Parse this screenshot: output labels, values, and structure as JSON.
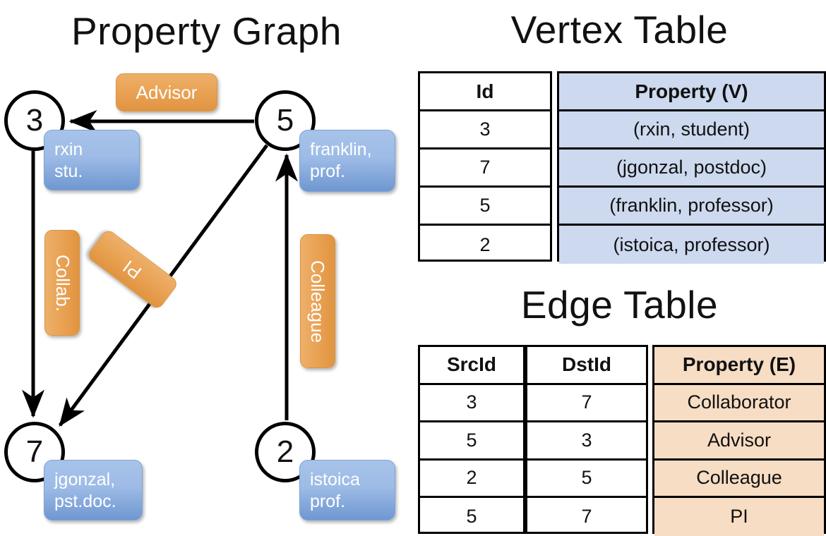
{
  "titles": {
    "property_graph": "Property Graph",
    "vertex_table": "Vertex Table",
    "edge_table": "Edge Table"
  },
  "colors": {
    "vertex_property_fill": "#ccd9ee",
    "edge_property_fill": "#f6ddc3",
    "node_callout_blue": "#9dbbe6",
    "edge_callout_orange": "#e9a254",
    "stroke": "#000000",
    "background": "#ffffff"
  },
  "graph": {
    "nodes": [
      {
        "id": "3",
        "callout_line1": "rxin",
        "callout_line2": "stu."
      },
      {
        "id": "5",
        "callout_line1": "franklin,",
        "callout_line2": "prof."
      },
      {
        "id": "7",
        "callout_line1": "jgonzal,",
        "callout_line2": "pst.doc."
      },
      {
        "id": "2",
        "callout_line1": "istoica",
        "callout_line2": "prof."
      }
    ],
    "edge_labels": [
      {
        "name": "advisor",
        "text": "Advisor",
        "orientation": "horizontal"
      },
      {
        "name": "collab",
        "text": "Collab.",
        "orientation": "vertical"
      },
      {
        "name": "pi",
        "text": "PI",
        "orientation": "diagonal"
      },
      {
        "name": "colleague",
        "text": "Colleague",
        "orientation": "vertical"
      }
    ],
    "edges": [
      {
        "src": "5",
        "dst": "3",
        "label": "Advisor"
      },
      {
        "src": "3",
        "dst": "7",
        "label": "Collab."
      },
      {
        "src": "5",
        "dst": "7",
        "label": "PI"
      },
      {
        "src": "2",
        "dst": "5",
        "label": "Colleague"
      }
    ]
  },
  "vertex_table": {
    "headers": [
      "Id",
      "Property (V)"
    ],
    "rows": [
      {
        "id": "3",
        "property": "(rxin, student)"
      },
      {
        "id": "7",
        "property": "(jgonzal, postdoc)"
      },
      {
        "id": "5",
        "property": "(franklin, professor)"
      },
      {
        "id": "2",
        "property": "(istoica, professor)"
      }
    ]
  },
  "edge_table": {
    "headers": [
      "SrcId",
      "DstId",
      "Property (E)"
    ],
    "rows": [
      {
        "src": "3",
        "dst": "7",
        "property": "Collaborator"
      },
      {
        "src": "5",
        "dst": "3",
        "property": "Advisor"
      },
      {
        "src": "2",
        "dst": "5",
        "property": "Colleague"
      },
      {
        "src": "5",
        "dst": "7",
        "property": "PI"
      }
    ]
  }
}
